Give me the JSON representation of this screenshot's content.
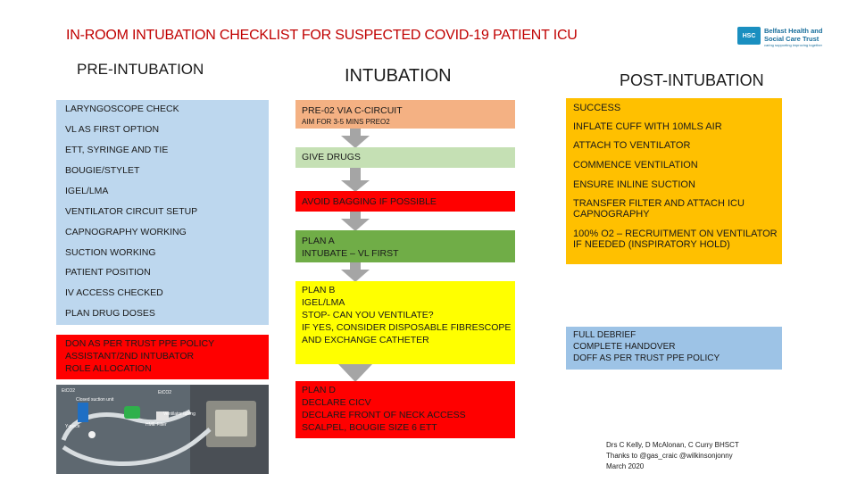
{
  "title": "IN-ROOM INTUBATION CHECKLIST FOR SUSPECTED COVID-19 PATIENT  ICU",
  "logo": {
    "badge": "HSC",
    "line1": "Belfast Health and",
    "line2": "Social Care Trust",
    "tagline": "caring supporting improving together"
  },
  "headings": {
    "pre": "PRE-INTUBATION",
    "intubation": "INTUBATION",
    "post": "POST-INTUBATION"
  },
  "pre_items": [
    "LARYNGOSCOPE CHECK",
    "VL AS FIRST OPTION",
    "ETT, SYRINGE AND TIE",
    "BOUGIE/STYLET",
    "IGEL/LMA",
    "VENTILATOR CIRCUIT SETUP",
    "CAPNOGRAPHY WORKING",
    "SUCTION WORKING",
    "PATIENT POSITION",
    "IV ACCESS CHECKED",
    "PLAN DRUG DOSES"
  ],
  "ppe_box": [
    "DON AS PER TRUST PPE POLICY",
    "ASSISTANT/2ND INTUBATOR",
    "ROLE ALLOCATION"
  ],
  "photo_labels": [
    "EtCO2",
    "Closed suction unit",
    "HME Filter",
    "Ventilator tubing",
    "Y-piece",
    "EtCO2"
  ],
  "intubation": {
    "preo2": "PRE-02 VIA C-CIRCUIT",
    "preo2_sub": "AIM FOR 3-5 MINS PREO2",
    "drugs": "GIVE DRUGS",
    "avoid": "AVOID BAGGING IF POSSIBLE",
    "plan_a": [
      "PLAN A",
      "INTUBATE –  VL FIRST"
    ],
    "plan_b": [
      "PLAN B",
      "IGEL/LMA",
      "STOP- CAN YOU VENTILATE?",
      "IF YES, CONSIDER DISPOSABLE FIBRESCOPE",
      "AND EXCHANGE CATHETER"
    ],
    "plan_d": [
      "PLAN D",
      "DECLARE CICV",
      "DECLARE FRONT OF NECK ACCESS",
      "SCALPEL, BOUGIE SIZE 6 ETT"
    ]
  },
  "post_items": [
    "SUCCESS",
    "INFLATE CUFF WITH 10MLS AIR",
    "ATTACH TO VENTILATOR",
    "COMMENCE VENTILATION",
    "ENSURE INLINE SUCTION",
    "TRANSFER FILTER AND ATTACH ICU",
    "CAPNOGRAPHY",
    "100% O2 – RECRUITMENT ON VENTILATOR",
    "IF NEEDED (INSPIRATORY HOLD)"
  ],
  "debrief": [
    "FULL DEBRIEF",
    "COMPLETE HANDOVER",
    "DOFF AS PER TRUST PPE POLICY"
  ],
  "credits": [
    "Drs C Kelly, D McAlonan, C Curry BHSCT",
    "Thanks to @gas_craic @wilkinsonjonny",
    "March 2020"
  ],
  "colors": {
    "title": "#c00000",
    "pre": "#bdd7ee",
    "red": "#ff0000",
    "orange": "#f4b183",
    "lightgreen": "#c5e0b4",
    "green": "#70ad47",
    "yellow": "#ffff00",
    "amber": "#ffc000",
    "blue": "#9dc3e6",
    "arrow": "#a5a5a5"
  }
}
